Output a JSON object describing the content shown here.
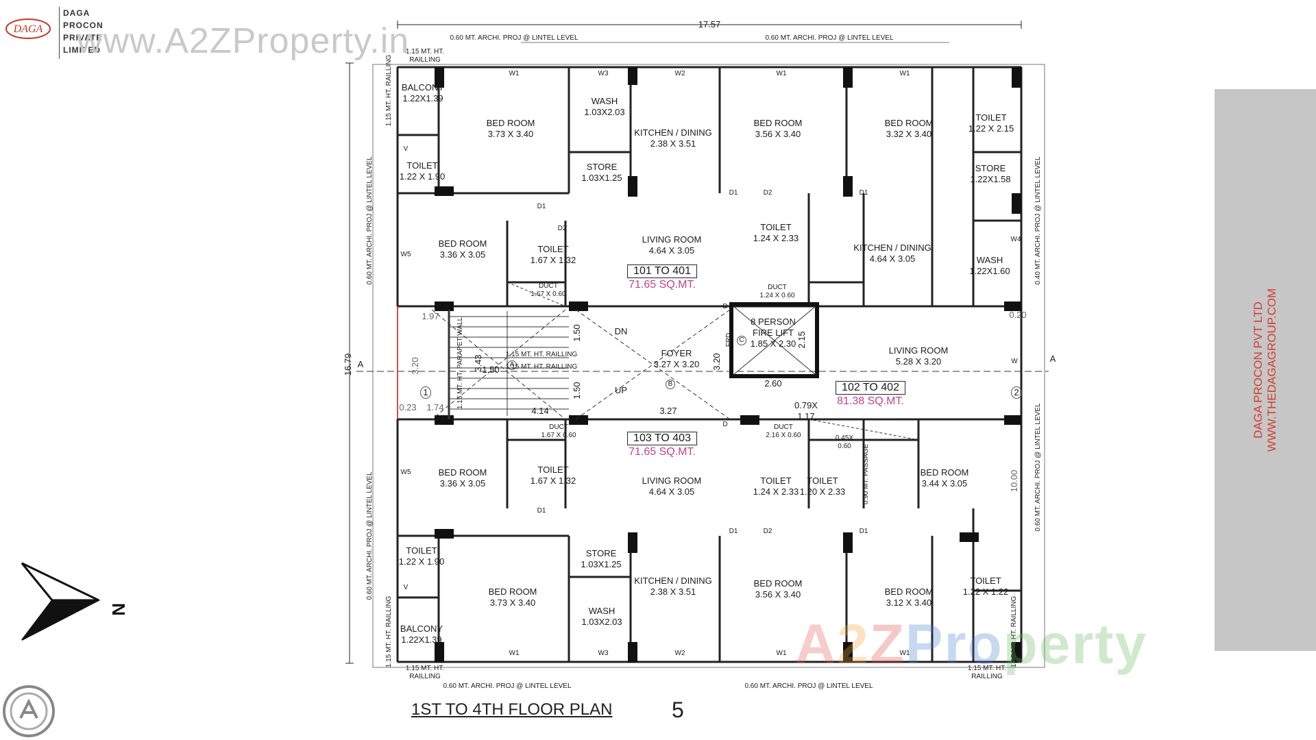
{
  "header": {
    "company_lines": [
      "DAGA",
      "PROCON",
      "PRIVATE",
      "LIMITED"
    ],
    "logo_text": "DAGA",
    "watermark_url": "www.A2ZProperty.in"
  },
  "side_band": {
    "line1": "DAGA PROCON PVT LTD",
    "line2": "WWW.THEDAGAGROUP.COM"
  },
  "footer": {
    "plan_title": "1ST TO 4TH FLOOR PLAN",
    "page_number": "5",
    "watermark_brand": [
      "A",
      "2",
      "Z",
      "Pro",
      "perty"
    ]
  },
  "compass": {
    "north_label": "N"
  },
  "plan": {
    "dimensions": {
      "overall_width": "17.57",
      "overall_height": "16.79",
      "top_proj_left": "0.60 MT. ARCHI. PROJ @ LINTEL LEVEL",
      "top_proj_right": "0.60 MT. ARCHI. PROJ @ LINTEL LEVEL",
      "bottom_proj_left": "0.60 MT. ARCHI. PROJ @ LINTEL LEVEL",
      "bottom_proj_right": "0.60 MT. ARCHI. PROJ @ LINTEL LEVEL",
      "left_proj_top": "0.60 MT. ARCHI. PROJ @ LINTEL LEVEL",
      "left_proj_bottom": "0.60 MT. ARCHI. PROJ @ LINTEL LEVEL",
      "right_proj_top": "0.40 MT. ARCHI. PROJ @ LINTEL LEVEL",
      "right_proj_bottom": "0.60 MT. ARCHI. PROJ @ LINTEL LEVEL",
      "railing": "1.15 MT. HT. RAILLING",
      "d_197": "1.97",
      "d_020": "0.20",
      "d_023": "0.23",
      "d_174": "1.74",
      "d_320a": "3.20",
      "d_343": "3.43",
      "d_150a": "1.50",
      "d_150b": "1.50",
      "d_150c": "1.50",
      "d_414": "4.14",
      "d_327": "3.27",
      "d_320b": "3.20",
      "d_215": "2.15",
      "d_260": "2.60",
      "d_1000": "10.00",
      "d_020b": "0.20"
    },
    "markers": {
      "section_left": "A",
      "section_right": "A",
      "grid1": "1",
      "grid2": "2",
      "grid_a": "A",
      "grid_b": "B",
      "grid_c": "C"
    },
    "units": {
      "u101": {
        "label": "101 TO 401",
        "area": "71.65 SQ.MT."
      },
      "u102": {
        "label": "102 TO 402",
        "area": "81.38 SQ.MT."
      },
      "u103": {
        "label": "103 TO 403",
        "area": "71.65 SQ.MT."
      }
    },
    "rooms": [
      {
        "name": "BALCONY",
        "size": "1.22X1.39"
      },
      {
        "name": "BED ROOM",
        "size": "3.73 X 3.40"
      },
      {
        "name": "WASH",
        "size": "1.03X2.03"
      },
      {
        "name": "KITCHEN / DINING",
        "size": "2.38 X 3.51"
      },
      {
        "name": "BED ROOM",
        "size": "3.56 X 3.40"
      },
      {
        "name": "BED ROOM",
        "size": "3.32 X 3.40"
      },
      {
        "name": "TOILET",
        "size": "1.22 X 2.15"
      },
      {
        "name": "TOILET",
        "size": "1.22 X 1.90"
      },
      {
        "name": "STORE",
        "size": "1.03X1.25"
      },
      {
        "name": "STORE",
        "size": "1.22X1.58"
      },
      {
        "name": "BED ROOM",
        "size": "3.36 X 3.05"
      },
      {
        "name": "TOILET",
        "size": "1.67 X 1.32"
      },
      {
        "name": "LIVING ROOM",
        "size": "4.64 X 3.05"
      },
      {
        "name": "TOILET",
        "size": "1.24 X 2.33"
      },
      {
        "name": "KITCHEN / DINING",
        "size": "4.64 X 3.05"
      },
      {
        "name": "WASH",
        "size": "1.22X1.60"
      },
      {
        "name": "DUCT",
        "size": "1.67 X 0.60"
      },
      {
        "name": "DUCT",
        "size": "1.24 X 0.60"
      },
      {
        "name": "8 PERSON\nFIRE LIFT",
        "size": "1.85 X 2.30"
      },
      {
        "name": "FOYER",
        "size": "3.27 X 3.20"
      },
      {
        "name": "LIVING ROOM",
        "size": "5.28 X 3.20"
      },
      {
        "name": "",
        "size": "0.79X\n1.17"
      },
      {
        "name": "DUCT",
        "size": "1.67 X 0.60"
      },
      {
        "name": "DUCT",
        "size": "2.16 X 0.60"
      },
      {
        "name": "",
        "size": "0.45X\n0.60"
      },
      {
        "name": "BED ROOM",
        "size": "3.36 X 3.05"
      },
      {
        "name": "TOILET",
        "size": "1.67 X 1.32"
      },
      {
        "name": "LIVING ROOM",
        "size": "4.64 X 3.05"
      },
      {
        "name": "TOILET",
        "size": "1.24 X 2.33"
      },
      {
        "name": "TOILET",
        "size": "1.20 X 2.33"
      },
      {
        "name": "BED ROOM",
        "size": "3.44 X 3.05"
      },
      {
        "name": "TOILET",
        "size": "1.22 X 1.90"
      },
      {
        "name": "STORE",
        "size": "1.03X1.25"
      },
      {
        "name": "BED ROOM",
        "size": "3.73 X 3.40"
      },
      {
        "name": "KITCHEN / DINING",
        "size": "2.38 X 3.51"
      },
      {
        "name": "BED ROOM",
        "size": "3.56 X 3.40"
      },
      {
        "name": "BED ROOM",
        "size": "3.12 X 3.40"
      },
      {
        "name": "WASH",
        "size": "1.03X2.03"
      },
      {
        "name": "BALCONY",
        "size": "1.22X1.39"
      },
      {
        "name": "TOILET",
        "size": "1.22 X 1.22"
      }
    ],
    "stair": {
      "dn": "DN",
      "up": "UP",
      "railing1": "1.15 MT. HT. RAILLING",
      "railing2": "1.15 MT. HT. RAILLING",
      "parapet": "1.15 MT. HT. PARAPET WALL",
      "passage": "0.90 MT. PASSAGE",
      "frd": "FRD"
    },
    "openings": {
      "w1": "W1",
      "w2": "W2",
      "w3": "W3",
      "w4": "W4",
      "w5": "W5",
      "d1": "D1",
      "d2": "D2",
      "d": "D",
      "v": "V",
      "w": "W"
    }
  }
}
